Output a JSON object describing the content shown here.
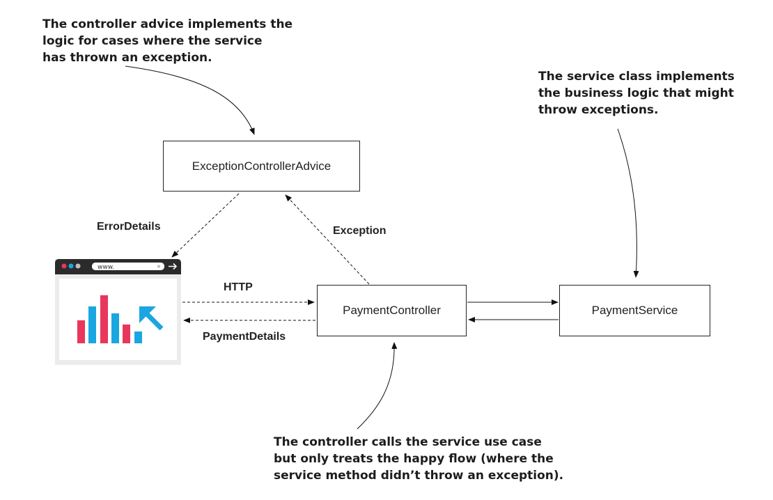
{
  "notes": {
    "advice": "The controller advice implements the\nlogic for cases where the service\nhas thrown an exception.",
    "service": "The service class implements\nthe business logic that might\nthrow exceptions.",
    "controller": "The controller calls the service use case\nbut only treats the happy flow (where the\nservice method didn’t throw an exception)."
  },
  "boxes": {
    "advice": "ExceptionControllerAdvice",
    "controller": "PaymentController",
    "service": "PaymentService"
  },
  "labels": {
    "error_details": "ErrorDetails",
    "exception": "Exception",
    "http": "HTTP",
    "payment_details": "PaymentDetails"
  },
  "browser": {
    "url": "www.",
    "bar_colors": [
      "#e8365d",
      "#1aa6e0"
    ],
    "arrow_color": "#1aa6e0"
  }
}
